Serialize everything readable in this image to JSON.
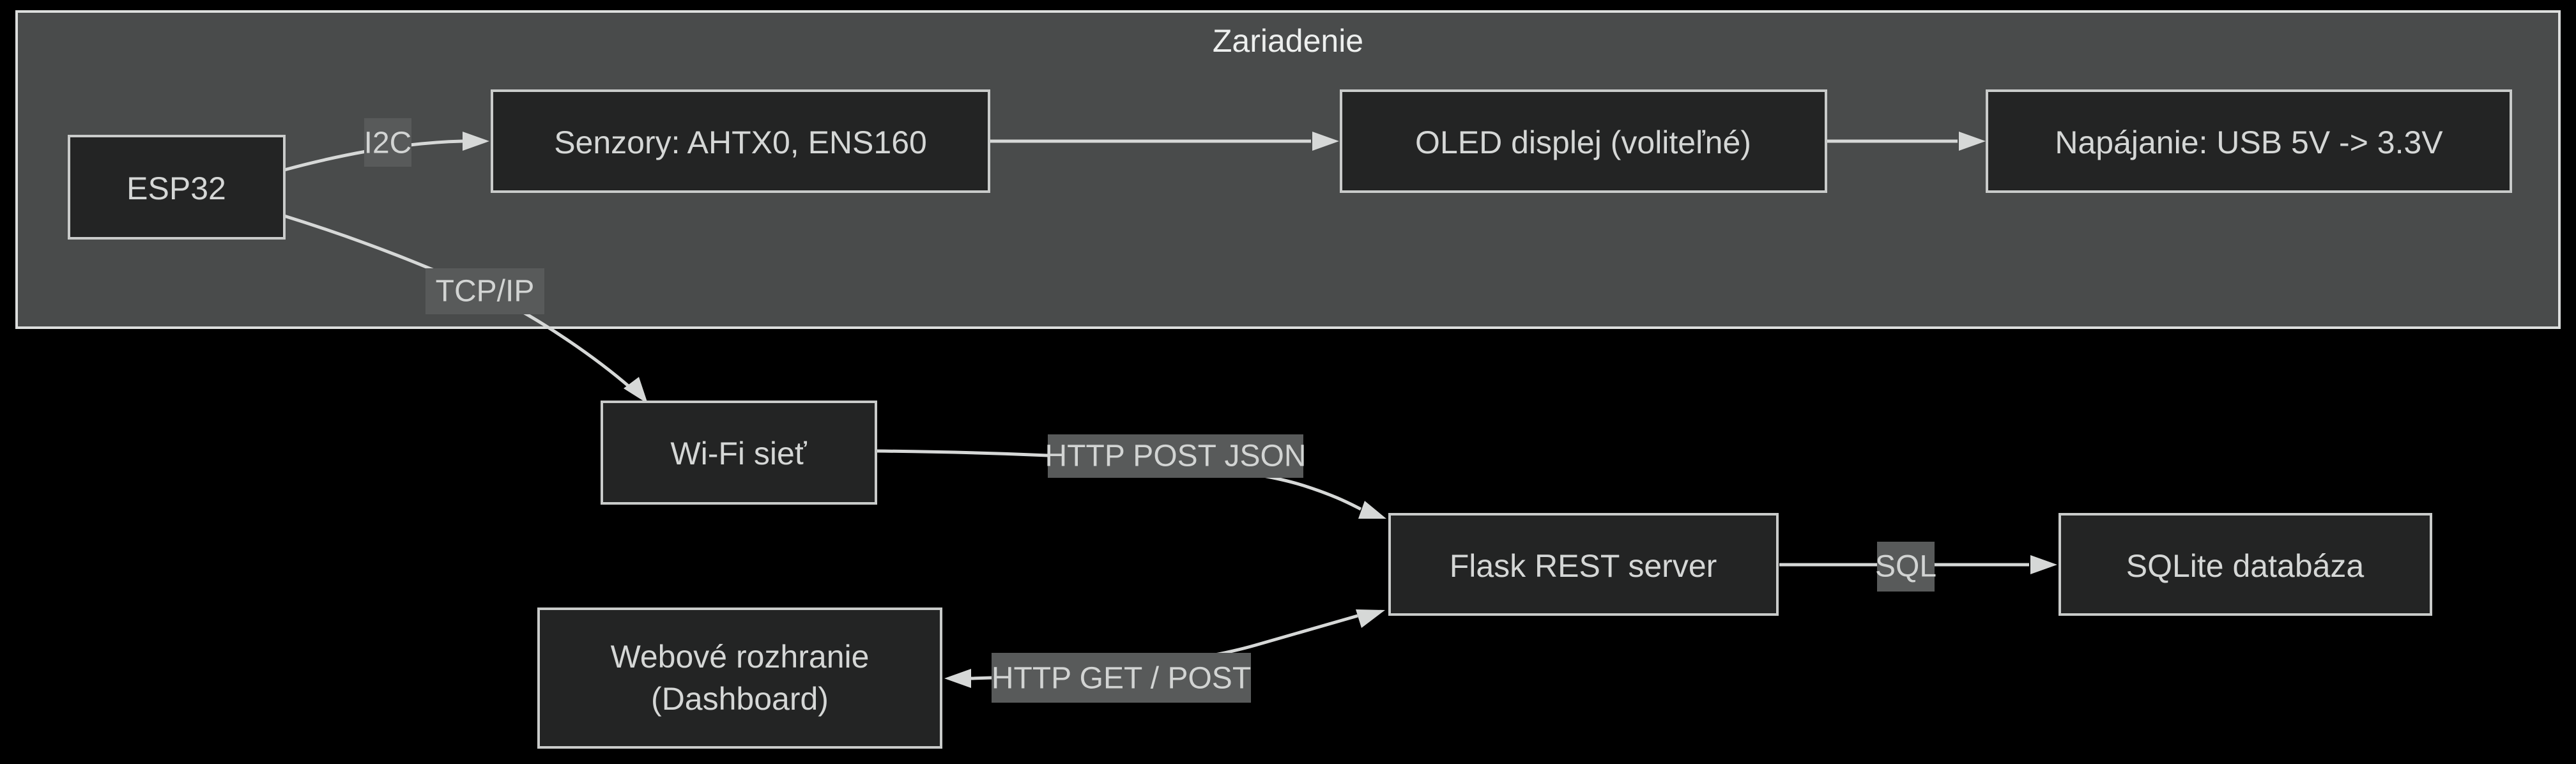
{
  "diagram": {
    "title": "Zariadenie",
    "colors": {
      "bg": "#000000",
      "cluster_fill": "#494b4b",
      "cluster_stroke": "#dcdedd",
      "node_fill": "#232424",
      "node_stroke": "#c9cbca",
      "node_text": "#d5d7d6",
      "title_text": "#edefee",
      "edge_stroke": "#d6d8d7",
      "label_bg": "#585a5a",
      "label_text": "#d2d4d3"
    },
    "cluster": {
      "label": "Zariadenie"
    },
    "nodes": {
      "esp32": {
        "label": "ESP32"
      },
      "senzory": {
        "label": "Senzory: AHTX0, ENS160"
      },
      "oled": {
        "label": "OLED displej (voliteľné)"
      },
      "napajanie": {
        "label": "Napájanie: USB 5V -> 3.3V"
      },
      "wifi": {
        "label": "Wi-Fi sieť"
      },
      "flask": {
        "label": "Flask REST server"
      },
      "sqlite": {
        "label": "SQLite databáza"
      },
      "web": {
        "label_line1": "Webové rozhranie",
        "label_line2": "(Dashboard)"
      }
    },
    "edge_labels": {
      "i2c": "I2C",
      "tcpip": "TCP/IP",
      "http_post": "HTTP POST JSON",
      "sql": "SQL",
      "http_get": "HTTP GET / POST"
    },
    "edges": [
      {
        "from": "ESP32",
        "to": "Senzory: AHTX0, ENS160",
        "label": "I2C",
        "direction": "forward"
      },
      {
        "from": "Senzory: AHTX0, ENS160",
        "to": "OLED displej (voliteľné)",
        "label": "",
        "direction": "forward"
      },
      {
        "from": "OLED displej (voliteľné)",
        "to": "Napájanie: USB 5V -> 3.3V",
        "label": "",
        "direction": "forward"
      },
      {
        "from": "ESP32",
        "to": "Wi-Fi sieť",
        "label": "TCP/IP",
        "direction": "forward"
      },
      {
        "from": "Wi-Fi sieť",
        "to": "Flask REST server",
        "label": "HTTP POST JSON",
        "direction": "forward"
      },
      {
        "from": "Webové rozhranie (Dashboard)",
        "to": "Flask REST server",
        "label": "HTTP GET / POST",
        "direction": "both"
      },
      {
        "from": "Flask REST server",
        "to": "SQLite databáza",
        "label": "SQL",
        "direction": "forward"
      }
    ]
  }
}
